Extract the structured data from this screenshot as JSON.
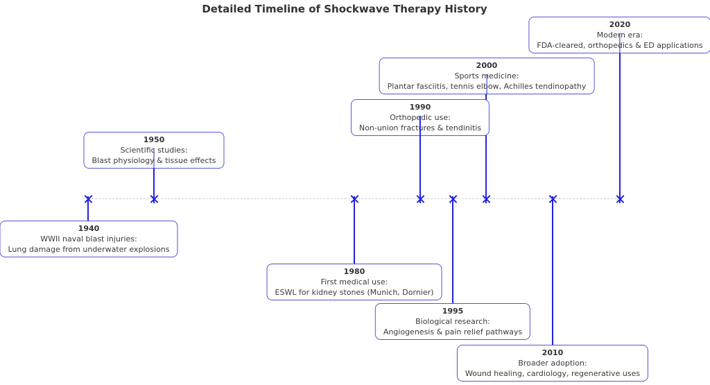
{
  "title": "Detailed Timeline of Shockwave Therapy History",
  "style": {
    "accent_color": "#2323dd",
    "box_border_color": "#5454d6",
    "axis_color": "#cccccc",
    "text_color": "#3a3a3a",
    "marker_glyph": "x"
  },
  "events": [
    {
      "year": "1940",
      "label": "WWII naval blast injuries:",
      "detail": "Lung damage from underwater explosions",
      "position": "below"
    },
    {
      "year": "1950",
      "label": "Scientific studies:",
      "detail": "Blast physiology & tissue effects",
      "position": "above"
    },
    {
      "year": "1980",
      "label": "First medical use:",
      "detail": "ESWL for kidney stones (Munich, Dornier)",
      "position": "below"
    },
    {
      "year": "1990",
      "label": "Orthopedic use:",
      "detail": "Non-union fractures & tendinitis",
      "position": "above"
    },
    {
      "year": "1995",
      "label": "Biological research:",
      "detail": "Angiogenesis & pain relief pathways",
      "position": "below"
    },
    {
      "year": "2000",
      "label": "Sports medicine:",
      "detail": "Plantar fasciitis, tennis elbow, Achilles tendinopathy",
      "position": "above"
    },
    {
      "year": "2010",
      "label": "Broader adoption:",
      "detail": "Wound healing, cardiology, regenerative uses",
      "position": "below"
    },
    {
      "year": "2020",
      "label": "Modern era:",
      "detail": "FDA-cleared, orthopedics & ED applications",
      "position": "above"
    }
  ]
}
